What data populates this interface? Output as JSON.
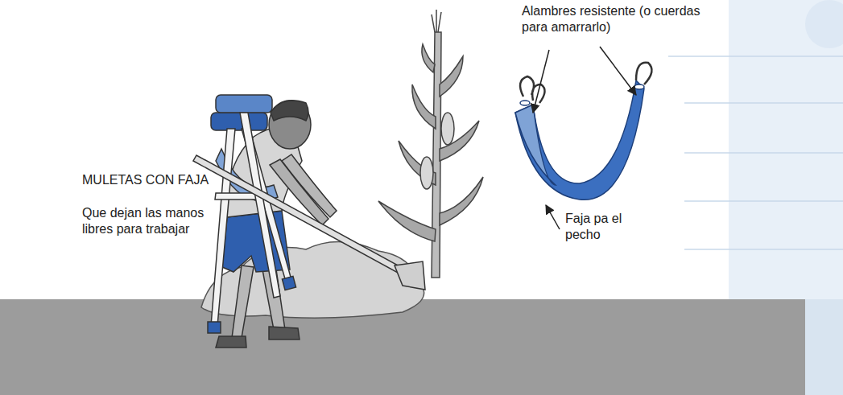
{
  "diagram": {
    "labels": [
      "MULETAS CON FAJA",
      "Que dejan las manos libres para trabajar",
      "Alambres resistente (o cuerdas para amarrarlo)",
      "Faja pa el pecho"
    ]
  }
}
